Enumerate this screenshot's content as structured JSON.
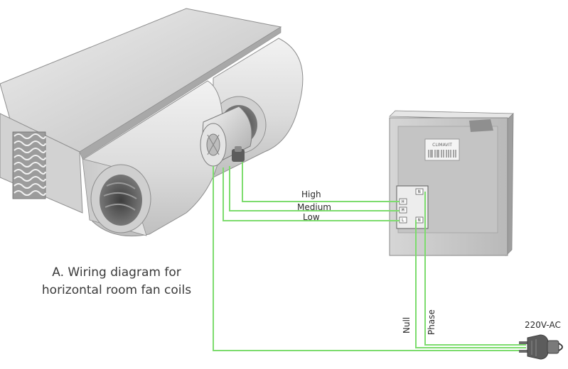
{
  "caption": {
    "line1": "A. Wiring diagram for",
    "line2": "horizontal room fan coils"
  },
  "wires": {
    "high": "High",
    "medium": "Medium",
    "low": "Low",
    "null": "Null",
    "phase": "Phase"
  },
  "plug": {
    "voltage": "220V-AC"
  },
  "controller": {
    "brand": "CLIMAVIT",
    "terminals": [
      "N",
      "H",
      "M",
      "L",
      "L",
      "N"
    ]
  },
  "colors": {
    "wire": "#7ddc6e",
    "unit_body": "#d9d9d9",
    "controller_body": "#cfcfcf"
  }
}
